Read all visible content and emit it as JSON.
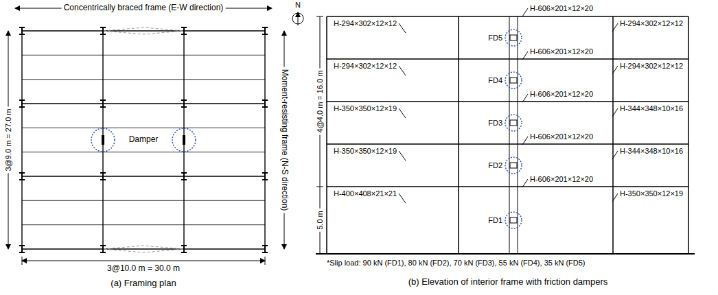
{
  "diagram": {
    "labels": [
      "Concentrically braced frame (E-W direction)",
      "N",
      "3@9.0 m = 27.0 m",
      "Damper",
      "Moment-resisting frame (N-S direction)",
      "3@10.0 m = 30.0 m",
      "(a) Framing plan",
      "H-606×201×12×20",
      "4@4.0 m = 16.0 m",
      "5.0 m",
      "H-294×302×12×12",
      "FD5",
      "H-294×302×12×12",
      "H-606×201×12×20",
      "H-294×302×12×12",
      "FD4",
      "H-294×302×12×12",
      "H-606×201×12×20",
      "H-350×350×12×19",
      "FD3",
      "H-344×348×10×16",
      "H-606×201×12×20",
      "H-350×350×12×19",
      "FD2",
      "H-344×348×10×16",
      "H-606×201×12×20",
      "H-400×408×21×21",
      "FD1",
      "H-350×350×12×19",
      "*Slip load: 90 kN (FD1), 80 kN (FD2), 70 kN (FD3), 55 kN (FD4), 35 kN (FD5)",
      "(b) Elevation of interior frame with friction dampers"
    ]
  }
}
